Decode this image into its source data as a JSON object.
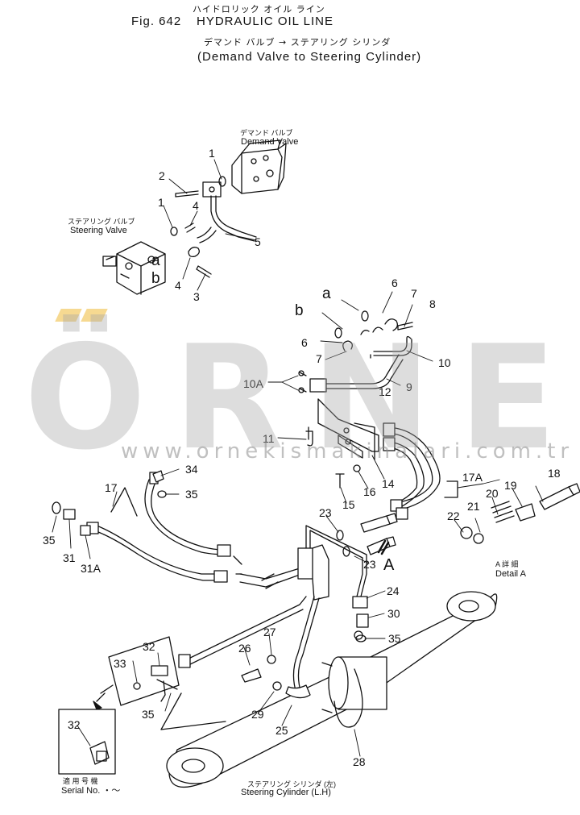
{
  "header": {
    "title_jp": "ハイドロリック オイル ライン",
    "fig_no": "Fig. 642",
    "title_en": "HYDRAULIC OIL LINE",
    "subtitle_jp": "デマンド バルブ → ステアリング シリンダ",
    "subtitle_en": "(Demand Valve to Steering Cylinder)"
  },
  "components": {
    "demand_valve": {
      "jp": "デマンド バルブ",
      "en": "Demand Valve"
    },
    "steering_valve": {
      "jp": "ステアリング バルブ",
      "en": "Steering Valve"
    },
    "steering_cylinder": {
      "jp": "ステアリング シリンダ (左)",
      "en": "Steering Cylinder (L.H)"
    },
    "detail_a": {
      "jp": "A 詳 細",
      "en": "Detail A"
    },
    "serial": {
      "jp": "適 用 号 機",
      "en": "Serial No.  ・～"
    }
  },
  "callouts": [
    "1",
    "1",
    "2",
    "3",
    "4",
    "4",
    "5",
    "6",
    "6",
    "7",
    "7",
    "8",
    "9",
    "10",
    "10A",
    "11",
    "12",
    "14",
    "15",
    "16",
    "17",
    "17A",
    "18",
    "19",
    "20",
    "21",
    "22",
    "23",
    "23",
    "24",
    "25",
    "26",
    "27",
    "28",
    "29",
    "30",
    "31",
    "31A",
    "32",
    "32",
    "33",
    "34",
    "35",
    "35",
    "35",
    "35"
  ],
  "connection_letters": [
    "a",
    "b",
    "a",
    "b",
    "A"
  ],
  "watermark": {
    "brand": "ÖRNEK",
    "url": "www.ornekismakinalari.com.tr"
  }
}
